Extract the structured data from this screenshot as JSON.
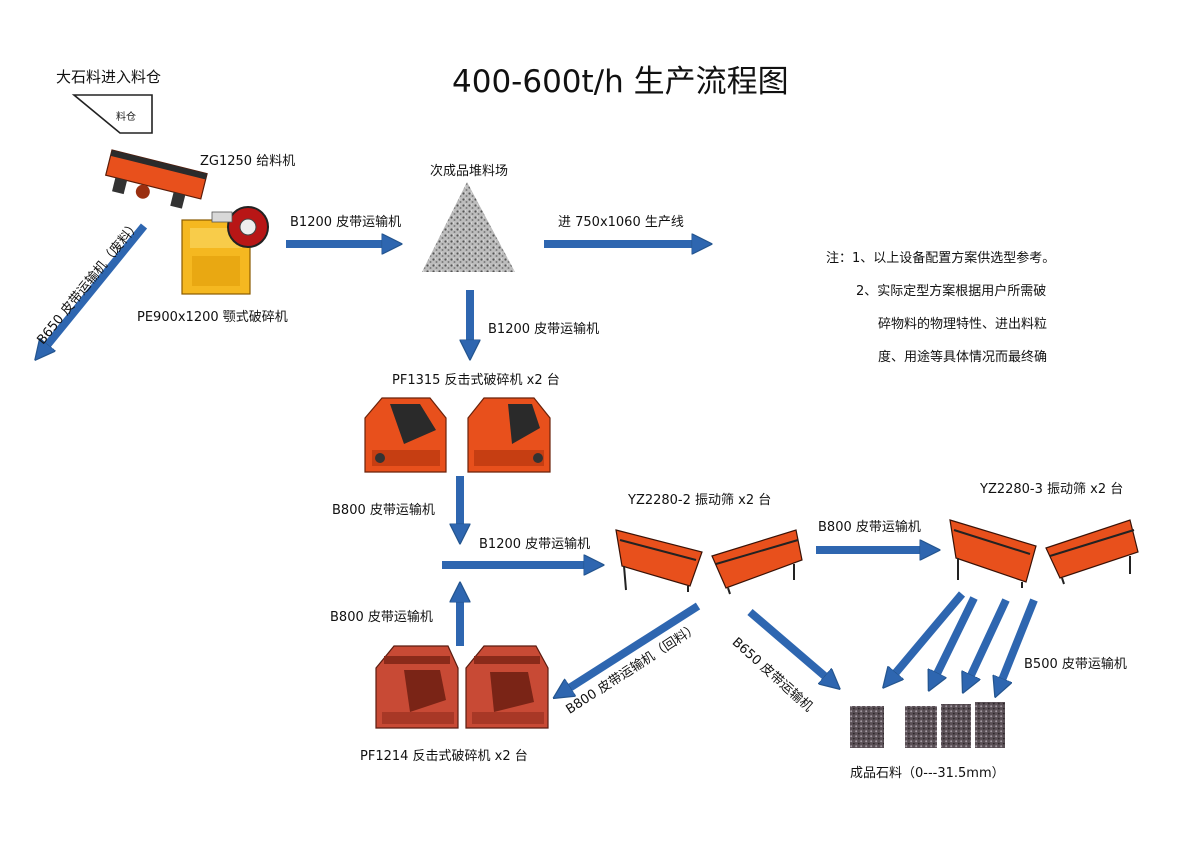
{
  "title": "400-600t/h 生产流程图",
  "colors": {
    "arrow": "#2e66b0",
    "arrow_stroke": "#24558f",
    "machine": "#e8501c",
    "machine_dark": "#9a2f10",
    "crusher_red": "#c84a35"
  },
  "labels": {
    "intake": "大石料进入料仓",
    "hopper": "料仓",
    "feeder": "ZG1250 给料机",
    "jaw_crusher": "PE900x1200 颚式破碎机",
    "waste_conveyor": "B650 皮带运输机（废料）",
    "conveyor_to_stockpile": "B1200 皮带运输机",
    "stockpile": "次成品堆料场",
    "to_line": "进 750x1060 生产线",
    "conveyor_down": "B1200 皮带运输机",
    "impact_crusher_1": "PF1315 反击式破碎机 x2 台",
    "conveyor_b800_a": "B800 皮带运输机",
    "conveyor_b1200_b": "B1200 皮带运输机",
    "screen_1": "YZ2280-2 振动筛 x2 台",
    "conveyor_b800_b": "B800 皮带运输机",
    "screen_2": "YZ2280-3 振动筛 x2 台",
    "conveyor_b800_c": "B800 皮带运输机",
    "return_conveyor": "B800 皮带运输机（回料）",
    "conveyor_b650": "B650 皮带运输机",
    "conveyor_b500": "B500 皮带运输机",
    "impact_crusher_2": "PF1214 反击式破碎机 x2 台",
    "product": "成品石料（0---31.5mm）"
  },
  "notes": [
    "注：1、以上设备配置方案供选型参考。",
    "2、实际定型方案根据用户所需破",
    "碎物料的物理特性、进出料粒",
    "度、用途等具体情况而最终确"
  ]
}
